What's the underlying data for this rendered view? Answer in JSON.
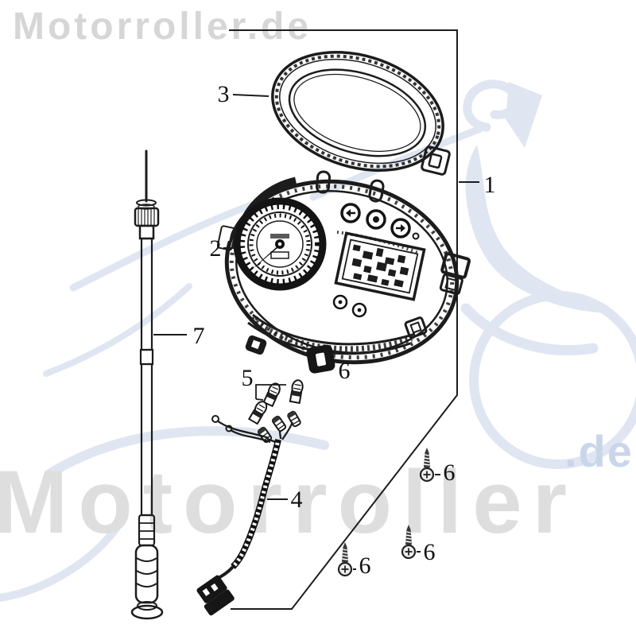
{
  "watermarks": {
    "header": "Motorroller.de",
    "giant": "Motorroller",
    "giant_suffix": ".de"
  },
  "diagram": {
    "title_hint": "speedometer assembly exploded parts diagram",
    "callouts": {
      "c1": "1",
      "c2": "2",
      "c3": "3",
      "c4": "4",
      "c5": "5",
      "c6": "6",
      "c7": "7"
    }
  },
  "colors": {
    "line": "#1c1c1c",
    "watermark_gray": "#d9d9d9",
    "watermark_blue": "#c9d6ea",
    "emblem_blue": "#dfe6f1",
    "background": "#ffffff"
  }
}
